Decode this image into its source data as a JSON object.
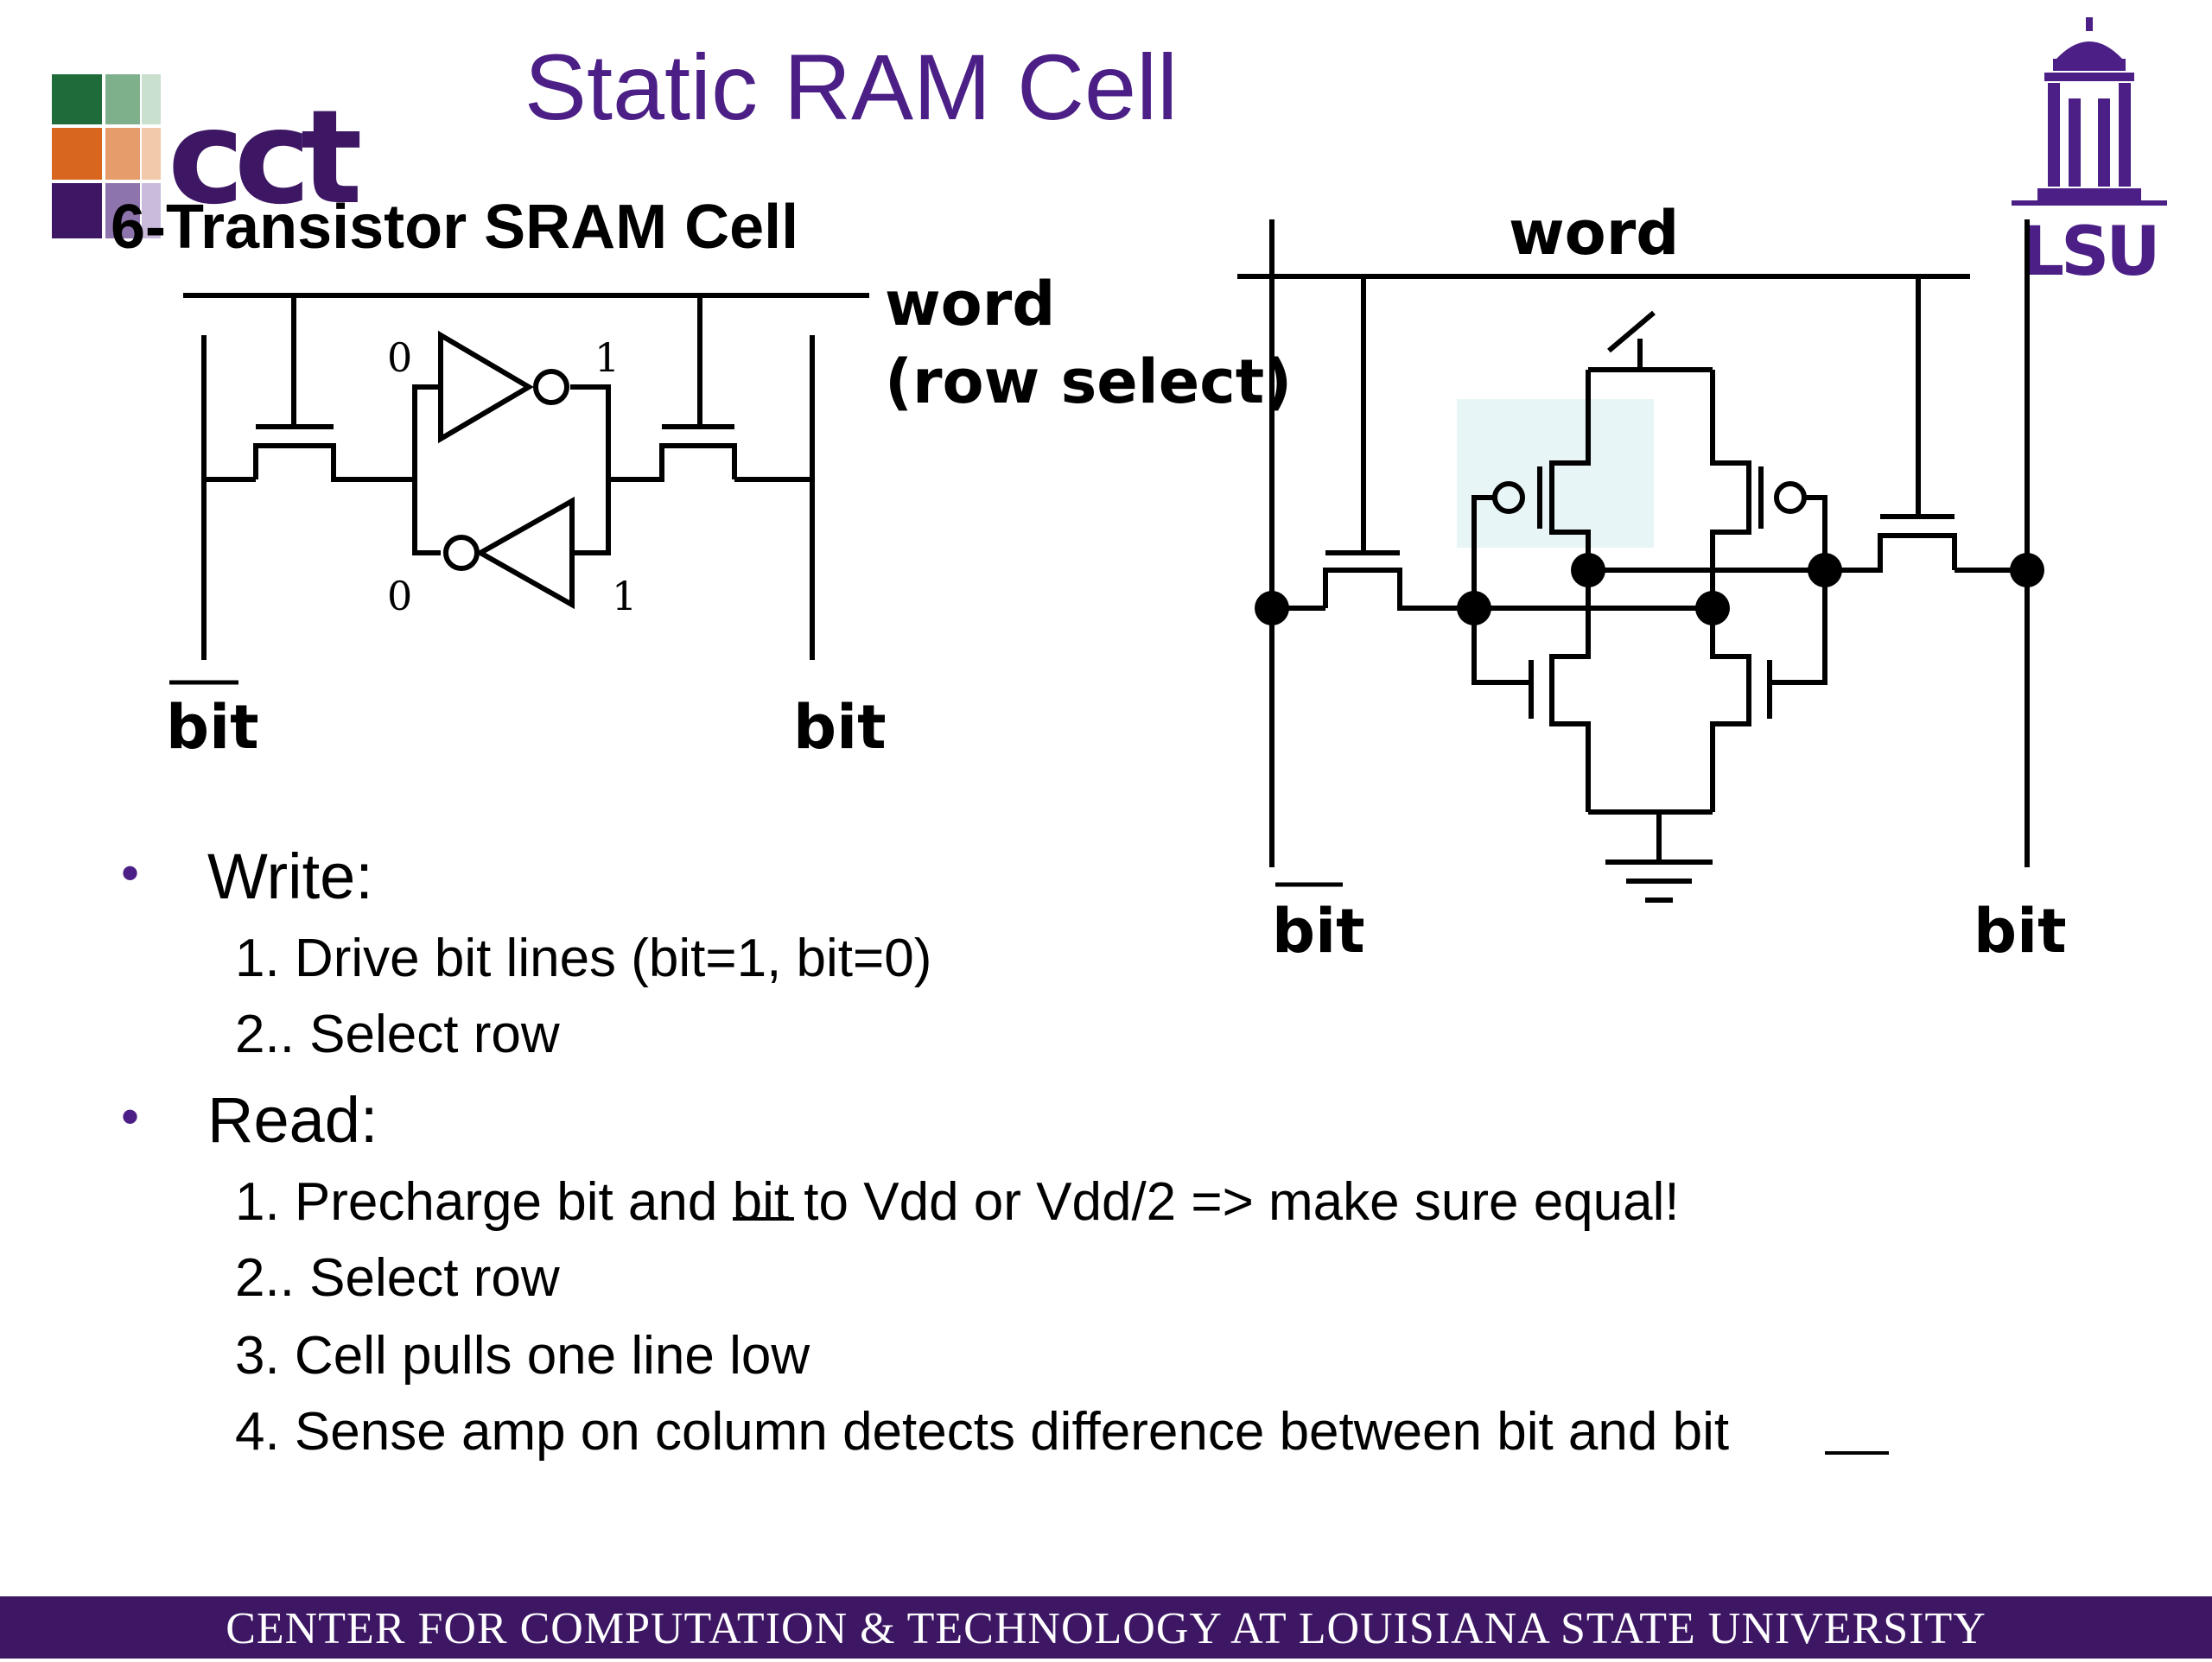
{
  "title": "Static RAM Cell",
  "subtitle": "6-Transistor SRAM Cell",
  "left_circuit": {
    "word_label": "word",
    "row_select_label": "(row select)",
    "bit_bar_label": "bit",
    "bit_label": "bit",
    "node_top_left": "0",
    "node_top_right": "1",
    "node_bottom_left": "0",
    "node_bottom_right": "1"
  },
  "right_circuit": {
    "word_label": "word",
    "bit_bar_label": "bit",
    "bit_label": "bit"
  },
  "logos": {
    "cct_text": "cct",
    "lsu_text": "LSU"
  },
  "write": {
    "heading": "Write:",
    "steps": [
      "1. Drive bit lines (bit=1, bit=0)",
      "2.. Select row"
    ]
  },
  "read": {
    "heading": "Read:",
    "step1_a": "1.  Precharge bit and ",
    "step1_b": "bit",
    "step1_c": " to Vdd or Vdd/2 => make sure equal!",
    "step2": "2.. Select row",
    "step3": "3.  Cell pulls one line low",
    "step4": "4. Sense amp on column detects difference between bit and bit"
  },
  "footer": "CENTER FOR COMPUTATION & TECHNOLOGY AT LOUISIANA STATE UNIVERSITY",
  "colors": {
    "title": "#4b1f86",
    "footer_bg": "#3d1764",
    "bullet": "#4b1f86"
  }
}
